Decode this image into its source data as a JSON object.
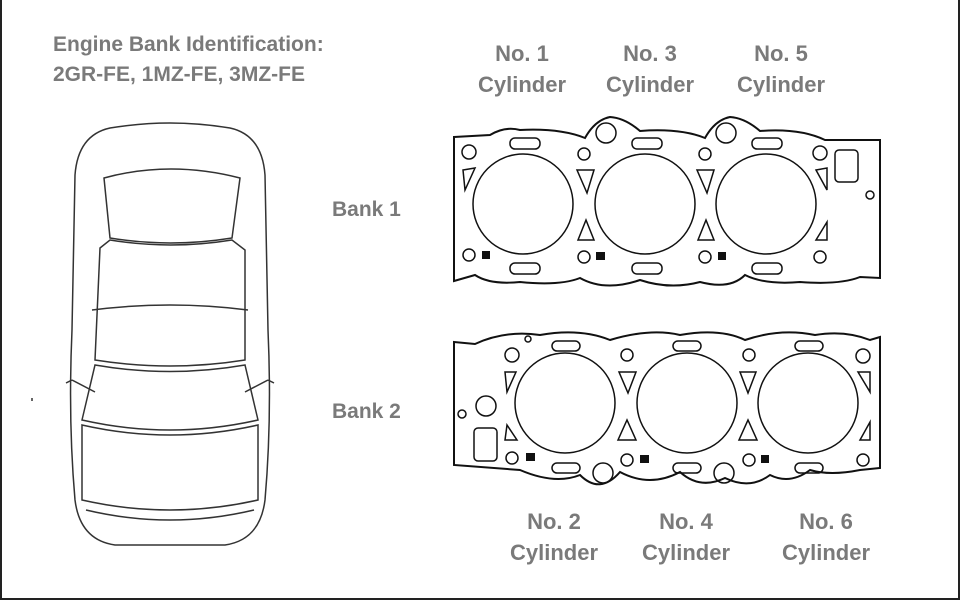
{
  "title": {
    "line1": "Engine Bank Identification:",
    "line2": "2GR-FE, 1MZ-FE, 3MZ-FE"
  },
  "banks": [
    {
      "label": "Bank 1"
    },
    {
      "label": "Bank 2"
    }
  ],
  "cylinders_top": [
    {
      "no": "No. 1",
      "label": "Cylinder"
    },
    {
      "no": "No. 3",
      "label": "Cylinder"
    },
    {
      "no": "No. 5",
      "label": "Cylinder"
    }
  ],
  "cylinders_bottom": [
    {
      "no": "No. 2",
      "label": "Cylinder"
    },
    {
      "no": "No. 4",
      "label": "Cylinder"
    },
    {
      "no": "No. 6",
      "label": "Cylinder"
    }
  ]
}
